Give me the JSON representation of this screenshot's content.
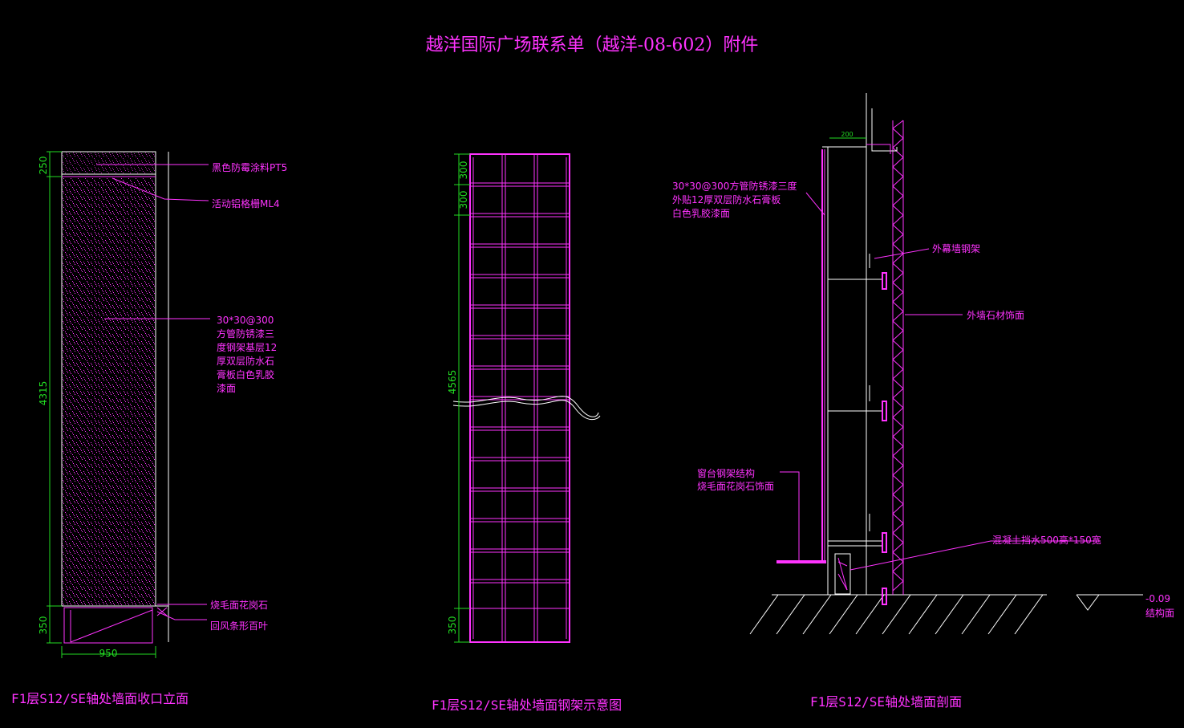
{
  "title": "越洋国际广场联系单（越洋-08-602）附件",
  "colors": {
    "background": "#000000",
    "drawing": "#ff33ff",
    "dimension": "#22dd22",
    "outline": "#ffffff"
  },
  "elevation": {
    "caption": "F1层S12/SE轴处墙面收口立面",
    "dims": {
      "top": "250",
      "height": "4315",
      "bottom": "350",
      "width": "950"
    },
    "notes": {
      "coating": "黑色防霉涂料PT5",
      "grille": "活动铝格栅ML4",
      "frame": [
        "30*30@300",
        "方管防锈漆三",
        "度钢架基层12",
        "厚双层防水石",
        "膏板白色乳胶",
        "漆面"
      ],
      "granite": "烧毛面花岗石",
      "louver": "回风条形百叶"
    }
  },
  "frame": {
    "caption": "F1层S12/SE轴处墙面钢架示意图",
    "dims": {
      "top": "300",
      "second": "300",
      "height": "4565",
      "bottom": "350"
    }
  },
  "section": {
    "caption": "F1层S12/SE轴处墙面剖面",
    "dims": {
      "offset": "200"
    },
    "notes": {
      "frame": [
        "30*30@300方管防锈漆三度",
        "外贴12厚双层防水石膏板",
        "白色乳胶漆面"
      ],
      "curtain": "外幕墙钢架",
      "stone": "外墙石材饰面",
      "sill": [
        "窗台钢架结构",
        "烧毛面花岗石饰面"
      ],
      "concrete": "混凝土挡水500高*150宽",
      "level": "-0.09",
      "structure": "结构面"
    }
  }
}
